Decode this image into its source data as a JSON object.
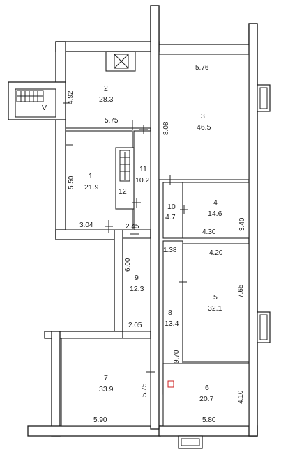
{
  "rooms": [
    {
      "num": "1",
      "area": "21.9"
    },
    {
      "num": "2",
      "area": "28.3"
    },
    {
      "num": "3",
      "area": "46.5"
    },
    {
      "num": "4",
      "area": "14.6"
    },
    {
      "num": "5",
      "area": "32.1"
    },
    {
      "num": "6",
      "area": "20.7"
    },
    {
      "num": "7",
      "area": "33.9"
    },
    {
      "num": "8",
      "area": "13.4"
    },
    {
      "num": "9",
      "area": "12.3"
    },
    {
      "num": "10",
      "area": "4.7"
    },
    {
      "num": "11",
      "area": "10.2"
    },
    {
      "num": "12",
      "area": ""
    }
  ],
  "dims": {
    "d_4_92": "4.92",
    "d_5_75": "5.75",
    "d_5_76": "5.76",
    "d_8_08": "8.08",
    "d_5_50": "5.50",
    "d_3_04": "3.04",
    "d_2_45": "2.45",
    "d_4_30": "4.30",
    "d_3_40": "3.40",
    "d_1_38": "1.38",
    "d_4_20": "4.20",
    "d_6_00": "6.00",
    "d_7_65": "7.65",
    "d_2_05": "2.05",
    "d_9_70": "9.70",
    "d_5_75b": "5.75",
    "d_4_10": "4.10",
    "d_5_90": "5.90",
    "d_5_80": "5.80"
  },
  "stair": {
    "label": "V"
  }
}
